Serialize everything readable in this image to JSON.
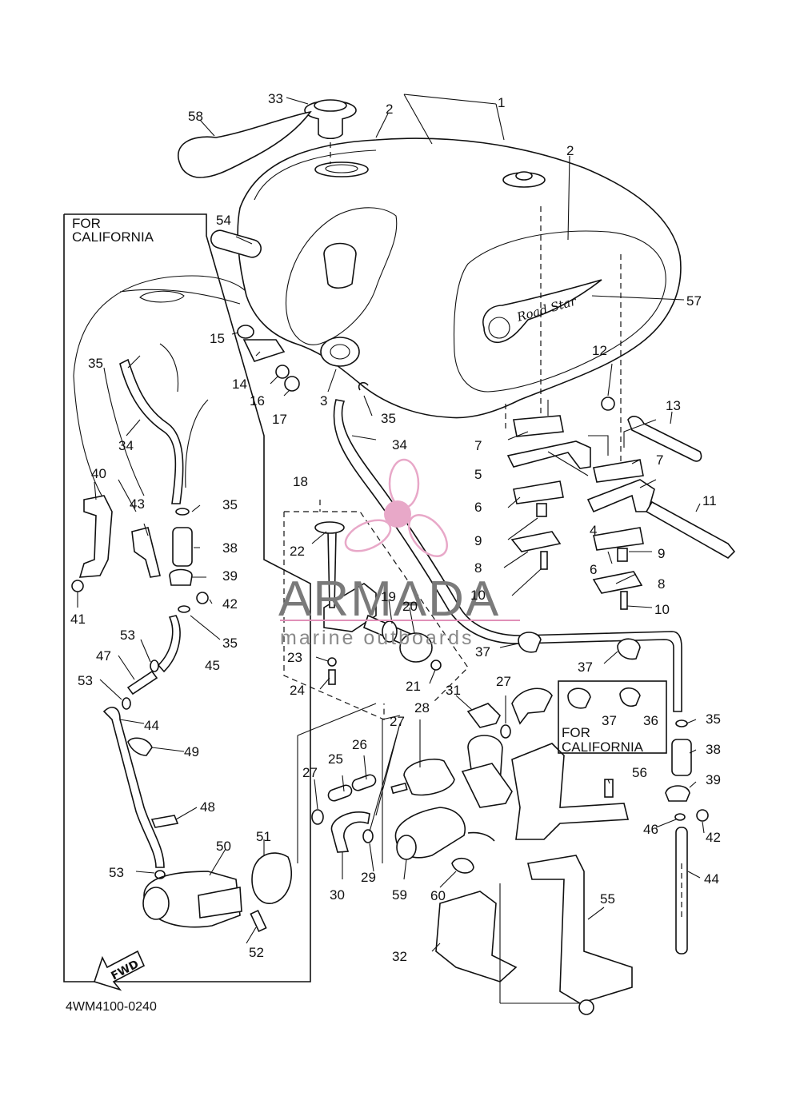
{
  "callouts": [
    {
      "id": "c1",
      "label": "1"
    },
    {
      "id": "c2a",
      "label": "2"
    },
    {
      "id": "c2b",
      "label": "2"
    },
    {
      "id": "c3",
      "label": "3"
    },
    {
      "id": "c4",
      "label": "4"
    },
    {
      "id": "c5",
      "label": "5"
    },
    {
      "id": "c6a",
      "label": "6"
    },
    {
      "id": "c6b",
      "label": "6"
    },
    {
      "id": "c7a",
      "label": "7"
    },
    {
      "id": "c7b",
      "label": "7"
    },
    {
      "id": "c8a",
      "label": "8"
    },
    {
      "id": "c8b",
      "label": "8"
    },
    {
      "id": "c9a",
      "label": "9"
    },
    {
      "id": "c9b",
      "label": "9"
    },
    {
      "id": "c10a",
      "label": "10"
    },
    {
      "id": "c10b",
      "label": "10"
    },
    {
      "id": "c11",
      "label": "11"
    },
    {
      "id": "c12",
      "label": "12"
    },
    {
      "id": "c13",
      "label": "13"
    },
    {
      "id": "c14",
      "label": "14"
    },
    {
      "id": "c15",
      "label": "15"
    },
    {
      "id": "c16",
      "label": "16"
    },
    {
      "id": "c17",
      "label": "17"
    },
    {
      "id": "c18",
      "label": "18"
    },
    {
      "id": "c19",
      "label": "19"
    },
    {
      "id": "c20",
      "label": "20"
    },
    {
      "id": "c21",
      "label": "21"
    },
    {
      "id": "c22",
      "label": "22"
    },
    {
      "id": "c23",
      "label": "23"
    },
    {
      "id": "c24",
      "label": "24"
    },
    {
      "id": "c25",
      "label": "25"
    },
    {
      "id": "c26",
      "label": "26"
    },
    {
      "id": "c27a",
      "label": "27"
    },
    {
      "id": "c27b",
      "label": "27"
    },
    {
      "id": "c27c",
      "label": "27"
    },
    {
      "id": "c28",
      "label": "28"
    },
    {
      "id": "c29",
      "label": "29"
    },
    {
      "id": "c30",
      "label": "30"
    },
    {
      "id": "c31",
      "label": "31"
    },
    {
      "id": "c32",
      "label": "32"
    },
    {
      "id": "c33",
      "label": "33"
    },
    {
      "id": "c34a",
      "label": "34"
    },
    {
      "id": "c34b",
      "label": "34"
    },
    {
      "id": "c35a",
      "label": "35"
    },
    {
      "id": "c35b",
      "label": "35"
    },
    {
      "id": "c35c",
      "label": "35"
    },
    {
      "id": "c35d",
      "label": "35"
    },
    {
      "id": "c35e",
      "label": "35"
    },
    {
      "id": "c36",
      "label": "36"
    },
    {
      "id": "c37a",
      "label": "37"
    },
    {
      "id": "c37b",
      "label": "37"
    },
    {
      "id": "c37c",
      "label": "37"
    },
    {
      "id": "c38a",
      "label": "38"
    },
    {
      "id": "c38b",
      "label": "38"
    },
    {
      "id": "c39a",
      "label": "39"
    },
    {
      "id": "c39b",
      "label": "39"
    },
    {
      "id": "c40",
      "label": "40"
    },
    {
      "id": "c41",
      "label": "41"
    },
    {
      "id": "c42a",
      "label": "42"
    },
    {
      "id": "c42b",
      "label": "42"
    },
    {
      "id": "c43",
      "label": "43"
    },
    {
      "id": "c44a",
      "label": "44"
    },
    {
      "id": "c44b",
      "label": "44"
    },
    {
      "id": "c45",
      "label": "45"
    },
    {
      "id": "c46",
      "label": "46"
    },
    {
      "id": "c47",
      "label": "47"
    },
    {
      "id": "c48",
      "label": "48"
    },
    {
      "id": "c49",
      "label": "49"
    },
    {
      "id": "c50",
      "label": "50"
    },
    {
      "id": "c51",
      "label": "51"
    },
    {
      "id": "c52",
      "label": "52"
    },
    {
      "id": "c53a",
      "label": "53"
    },
    {
      "id": "c53b",
      "label": "53"
    },
    {
      "id": "c53c",
      "label": "53"
    },
    {
      "id": "c54",
      "label": "54"
    },
    {
      "id": "c55",
      "label": "55"
    },
    {
      "id": "c56",
      "label": "56"
    },
    {
      "id": "c57",
      "label": "57"
    },
    {
      "id": "c58",
      "label": "58"
    },
    {
      "id": "c59",
      "label": "59"
    },
    {
      "id": "c60",
      "label": "60"
    }
  ],
  "california_box_left": {
    "line1": "FOR",
    "line2": "CALIFORNIA"
  },
  "california_box_right": {
    "line1": "FOR",
    "line2": "CALIFORNIA"
  },
  "diagram_code": "4WM4100-0240",
  "fwd_label": "FWD",
  "tank_emblem": "Road Star",
  "watermark": {
    "name": "ARMADA",
    "tagline": "marine outboards",
    "logo_color": "#e8a8c8",
    "line_color": "#e090b8"
  }
}
